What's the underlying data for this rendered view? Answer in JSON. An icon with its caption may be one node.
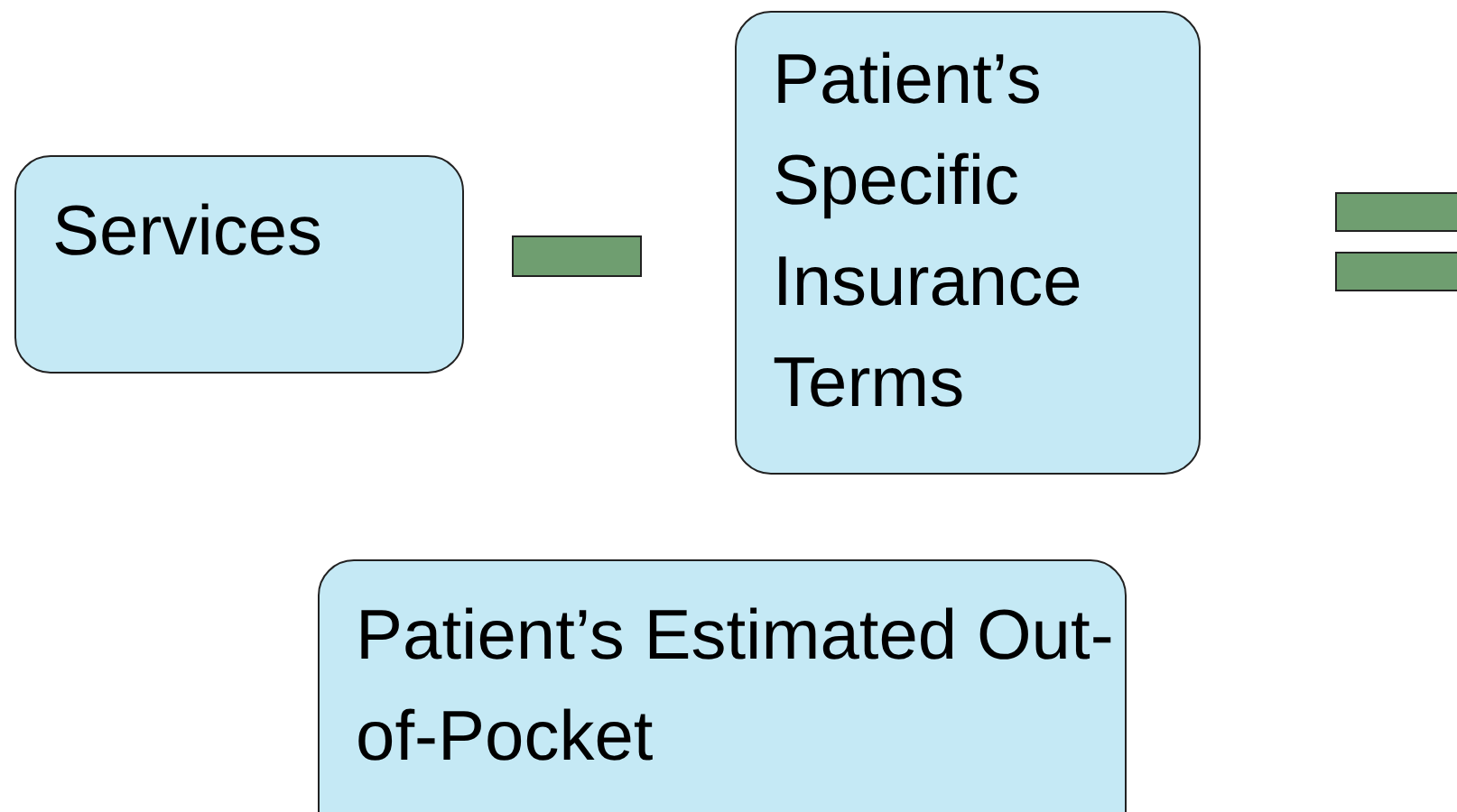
{
  "diagram": {
    "nodes": [
      {
        "text": [
          "Services"
        ]
      },
      {
        "text": [
          "Patient’s Specific Insurance Terms"
        ]
      },
      {
        "text": [
          "Patient’s Estimated Out-of-Pocket"
        ]
      }
    ]
  }
}
